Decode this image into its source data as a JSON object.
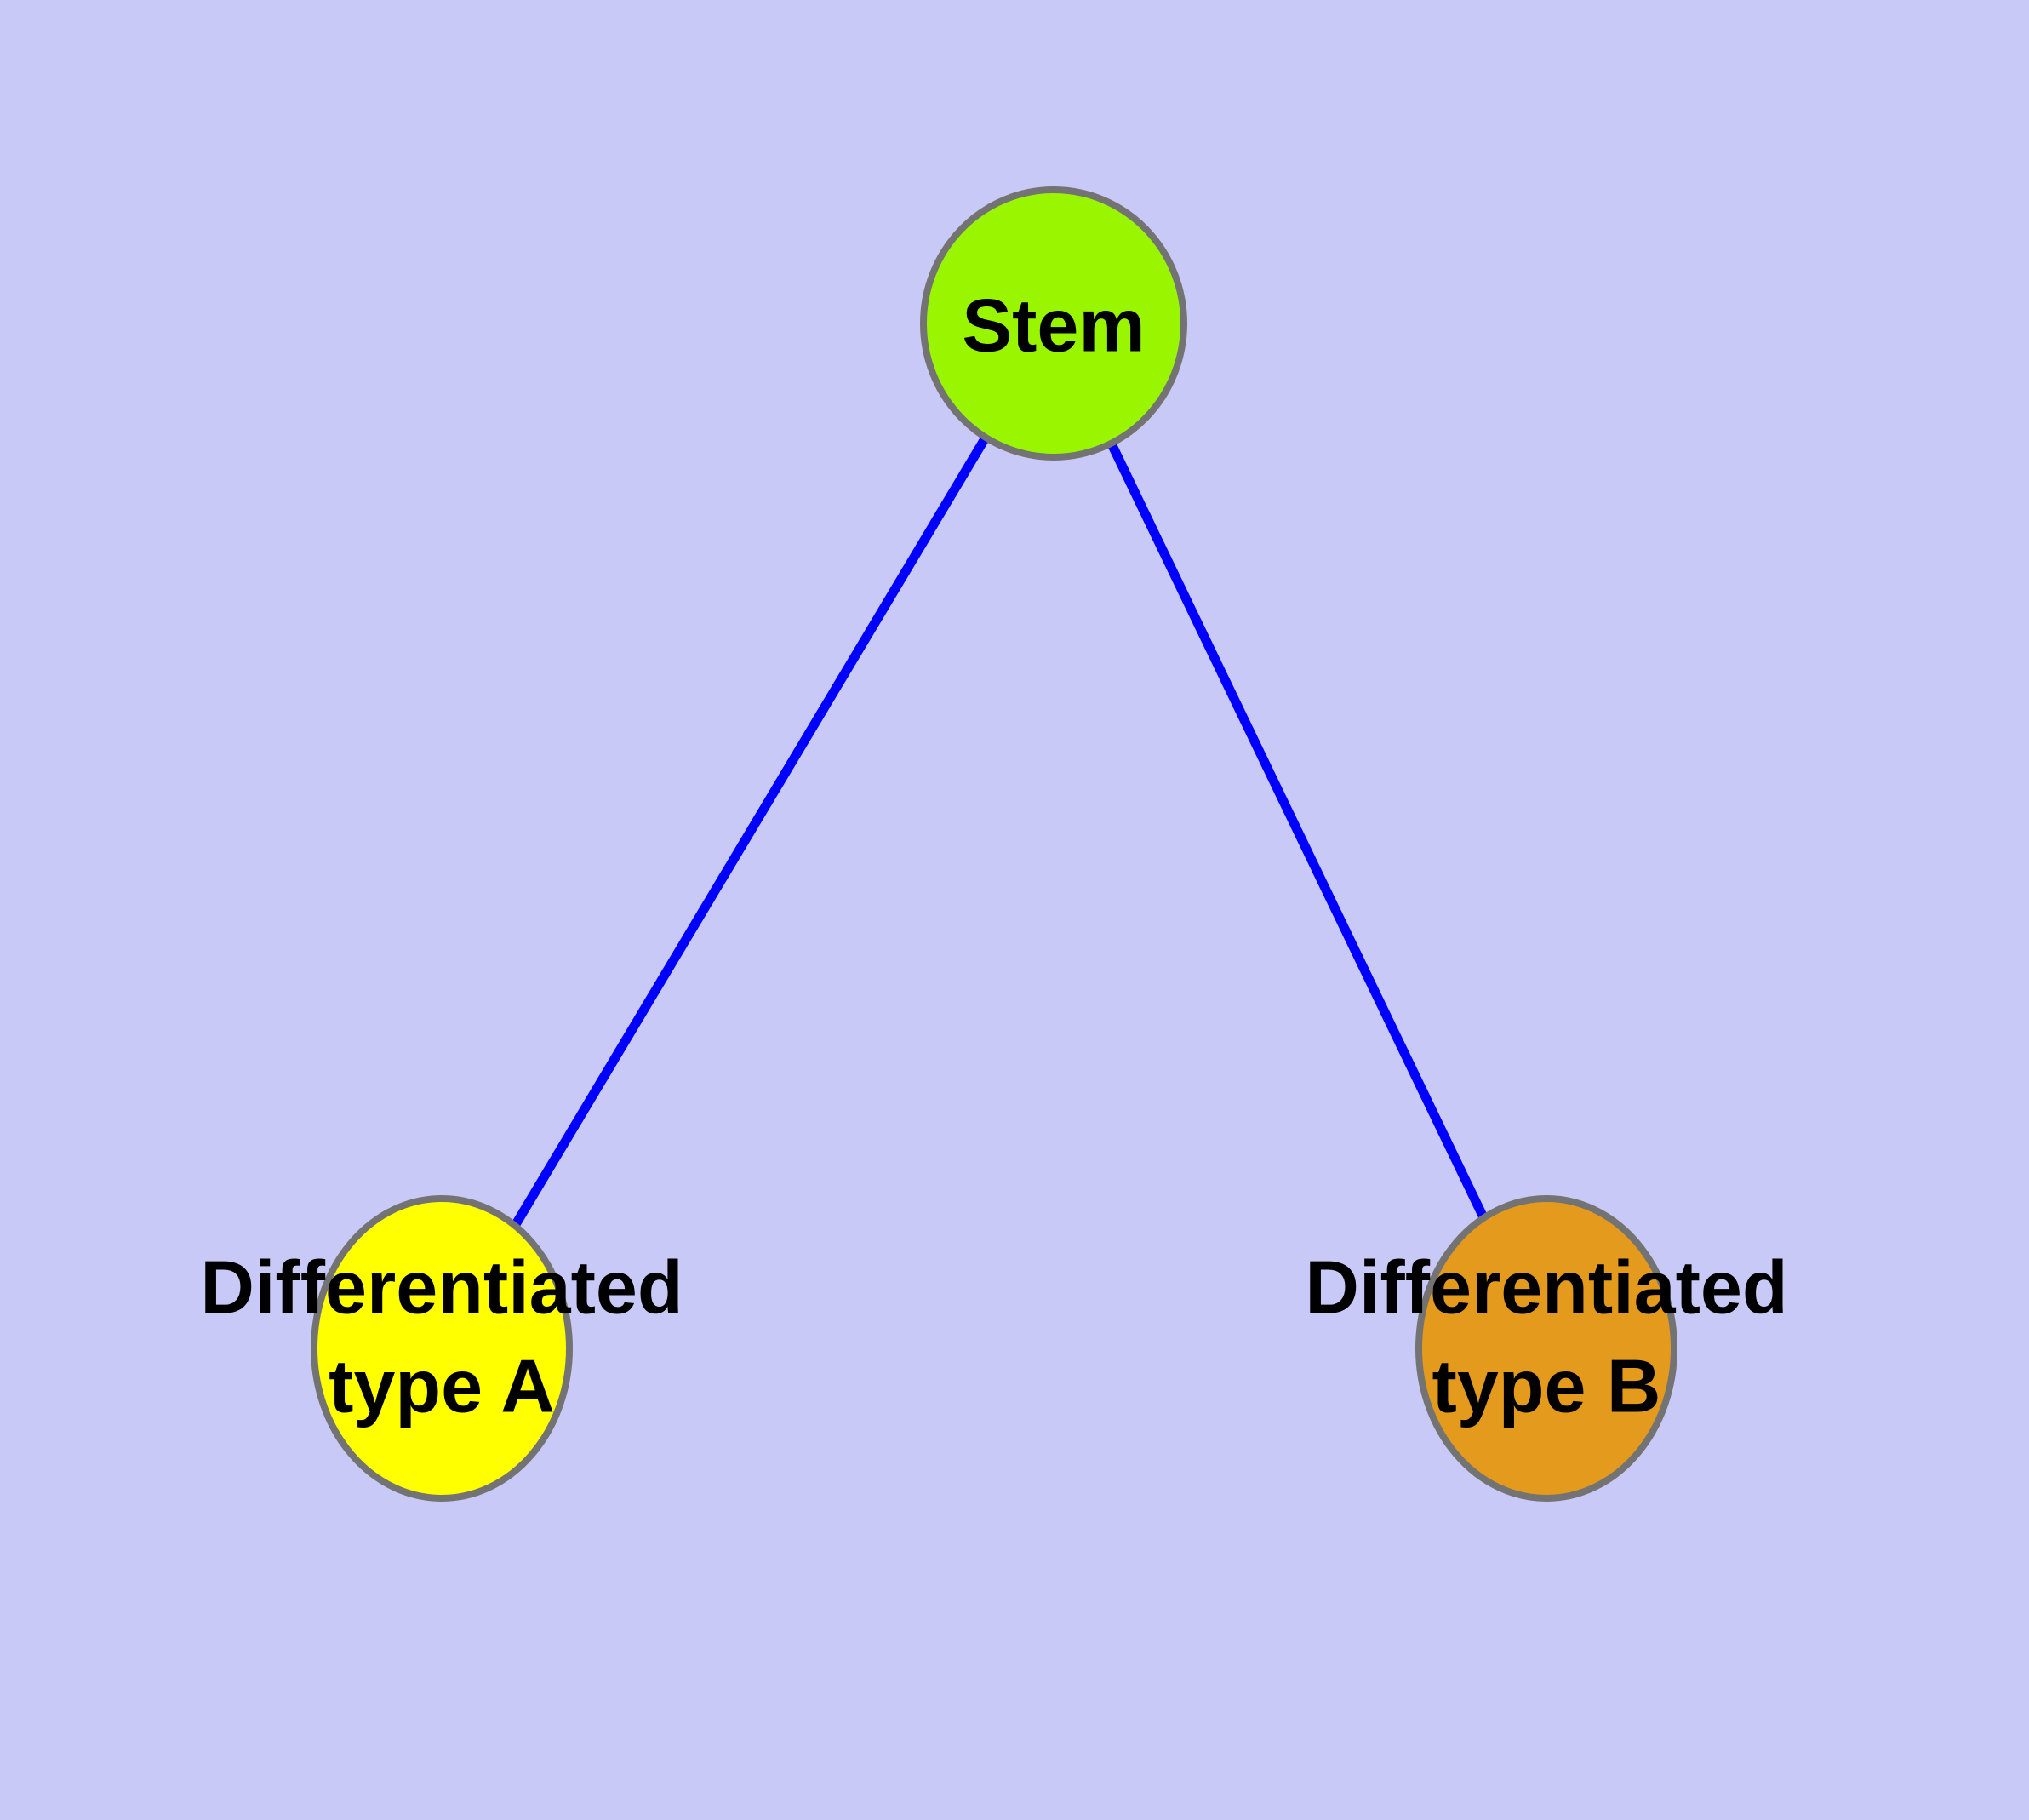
{
  "diagram": {
    "background_color": "#C9C9F7",
    "edge_color": "#0000FF",
    "node_border_color": "#737373",
    "text_color": "#000000",
    "nodes": {
      "stem": {
        "label": "Stem",
        "fill_color": "#99F600"
      },
      "type_a": {
        "label_line1": "Differentiated",
        "label_line2": "type A",
        "fill_color": "#FFFF00"
      },
      "type_b": {
        "label_line1": "Differentiated",
        "label_line2": "type B",
        "fill_color": "#E49B1D"
      }
    },
    "edges": [
      {
        "from": "Stem",
        "to": "Differentiated type A"
      },
      {
        "from": "Stem",
        "to": "Differentiated type B"
      }
    ]
  }
}
